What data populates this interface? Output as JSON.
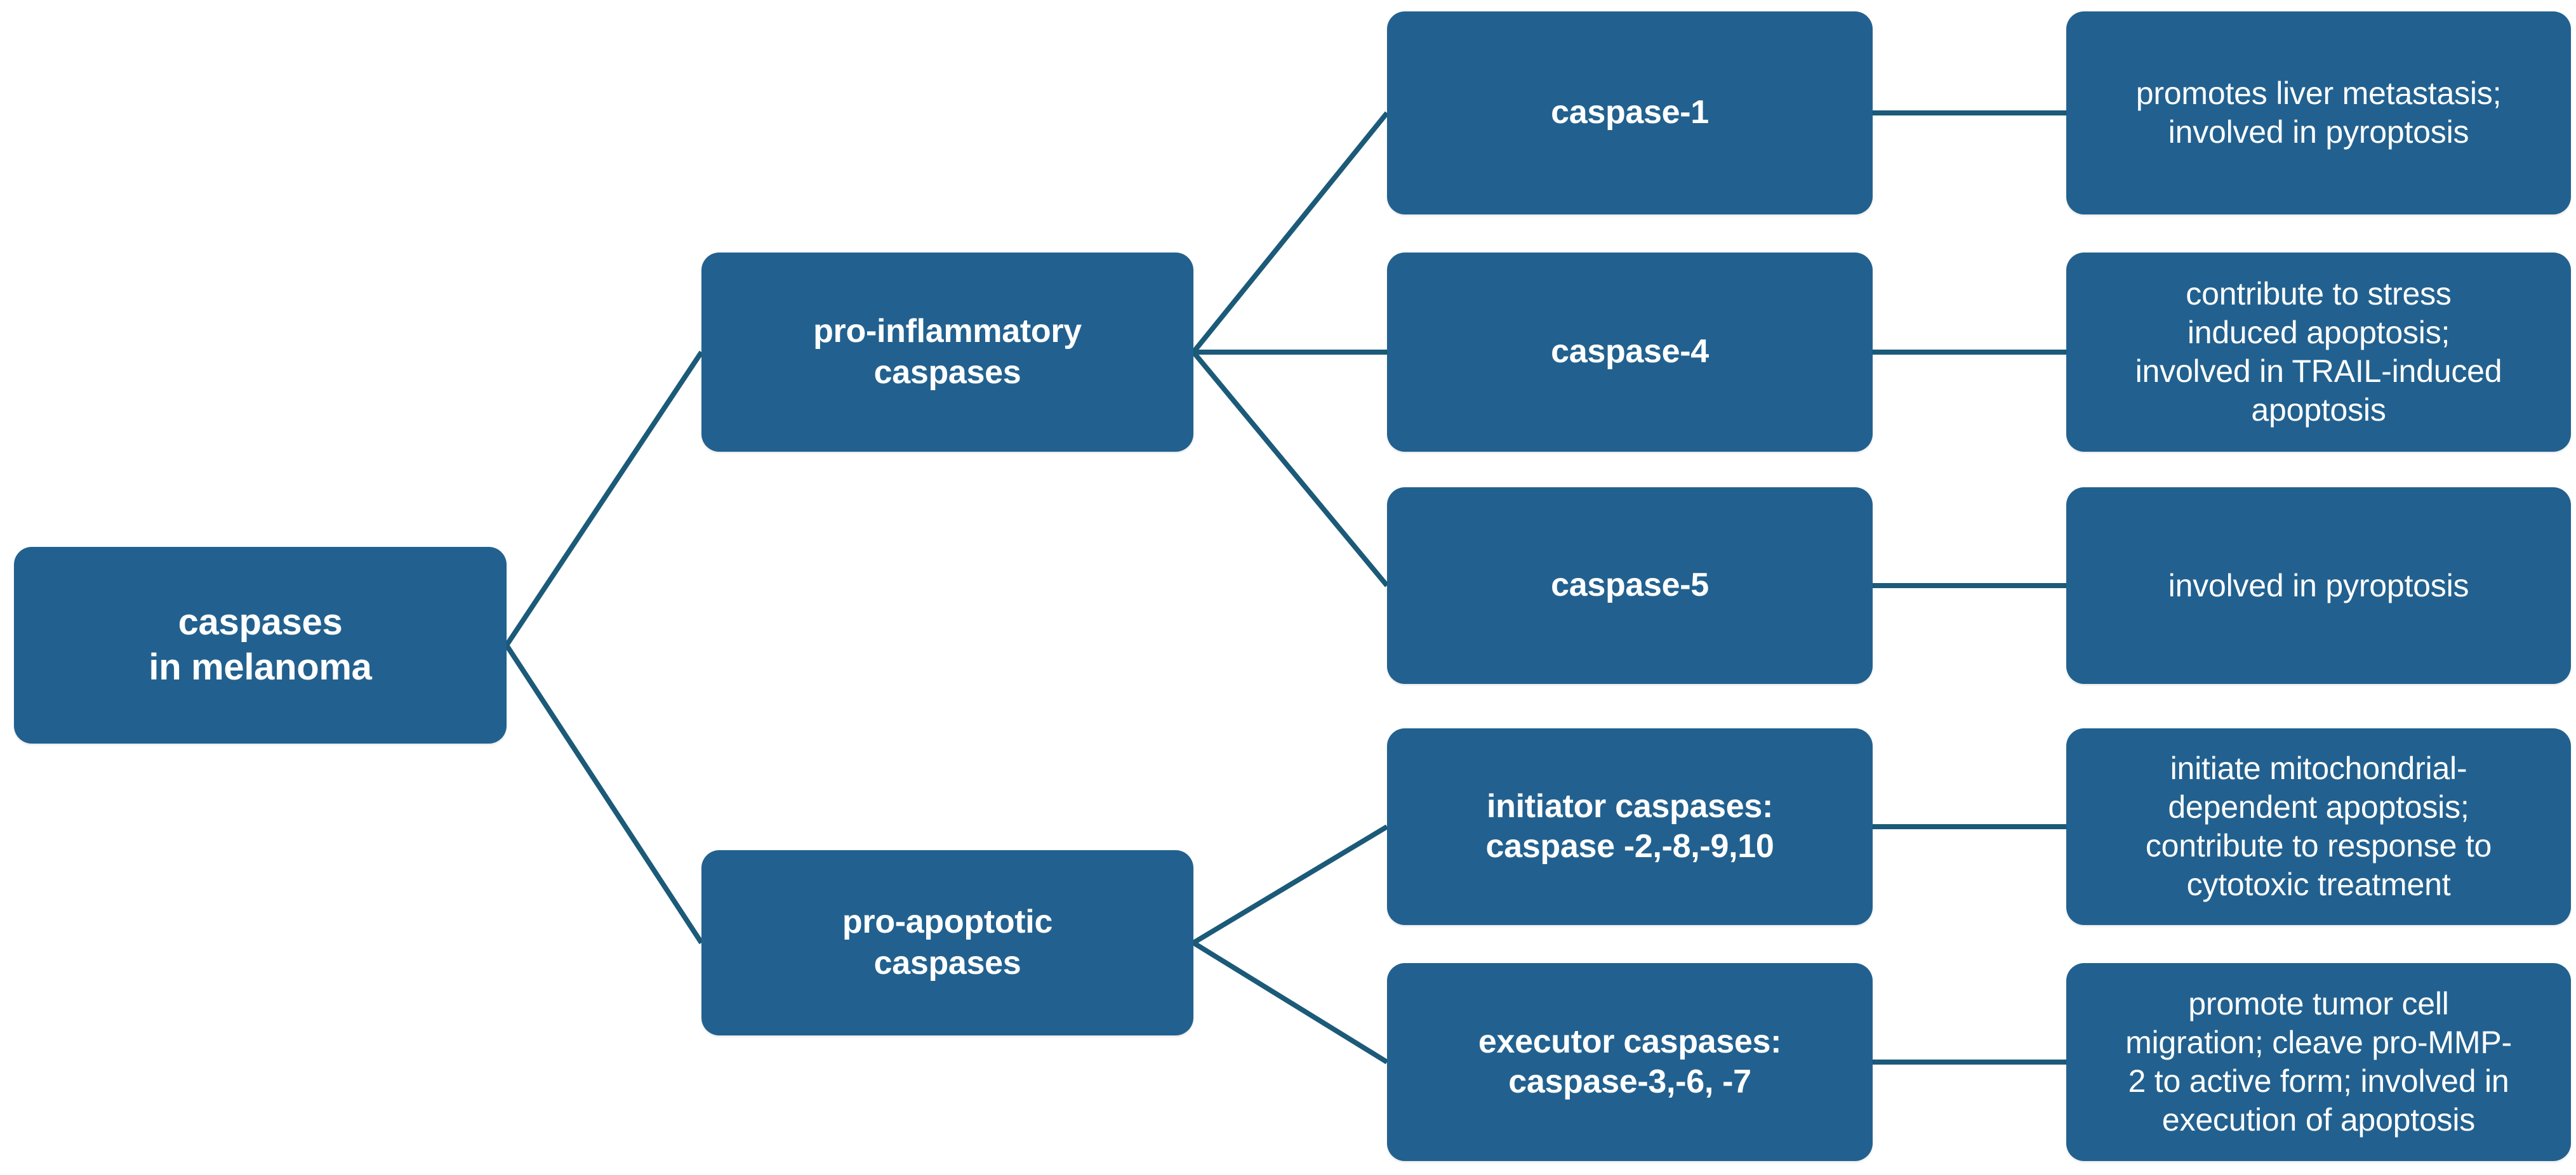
{
  "diagram": {
    "title": "caspases in melanoma",
    "type": "tree",
    "colors": {
      "node_fill": "#22618f",
      "node_text": "#ffffff",
      "edge_stroke": "#1b5a78",
      "background": "#ffffff"
    }
  },
  "nodes": {
    "root": {
      "label": "caspases\nin melanoma"
    },
    "pro_inflammatory": {
      "label": "pro-inflammatory\ncaspases"
    },
    "pro_apoptotic": {
      "label": "pro-apoptotic\ncaspases"
    },
    "caspase_1": {
      "label": "caspase-1"
    },
    "caspase_4": {
      "label": "caspase-4"
    },
    "caspase_5": {
      "label": "caspase-5"
    },
    "initiator": {
      "label": "initiator caspases:\ncaspase -2,-8,-9,10"
    },
    "executor": {
      "label": "executor caspases:\ncaspase-3,-6, -7"
    },
    "desc_caspase_1": {
      "label": "promotes liver metastasis;\ninvolved in pyroptosis"
    },
    "desc_caspase_4": {
      "label": "contribute to stress\ninduced apoptosis;\ninvolved in TRAIL-induced\napoptosis"
    },
    "desc_caspase_5": {
      "label": "involved in pyroptosis"
    },
    "desc_initiator": {
      "label": "initiate mitochondrial-\ndependent apoptosis;\ncontribute to response to\ncytotoxic treatment"
    },
    "desc_executor": {
      "label": "promote tumor cell\nmigration; cleave pro-MMP-\n2 to active form; involved in\nexecution of apoptosis"
    }
  },
  "edges": [
    {
      "from": "root",
      "to": "pro_inflammatory"
    },
    {
      "from": "root",
      "to": "pro_apoptotic"
    },
    {
      "from": "pro_inflammatory",
      "to": "caspase_1"
    },
    {
      "from": "pro_inflammatory",
      "to": "caspase_4"
    },
    {
      "from": "pro_inflammatory",
      "to": "caspase_5"
    },
    {
      "from": "pro_apoptotic",
      "to": "initiator"
    },
    {
      "from": "pro_apoptotic",
      "to": "executor"
    },
    {
      "from": "caspase_1",
      "to": "desc_caspase_1"
    },
    {
      "from": "caspase_4",
      "to": "desc_caspase_4"
    },
    {
      "from": "caspase_5",
      "to": "desc_caspase_5"
    },
    {
      "from": "initiator",
      "to": "desc_initiator"
    },
    {
      "from": "executor",
      "to": "desc_executor"
    }
  ]
}
